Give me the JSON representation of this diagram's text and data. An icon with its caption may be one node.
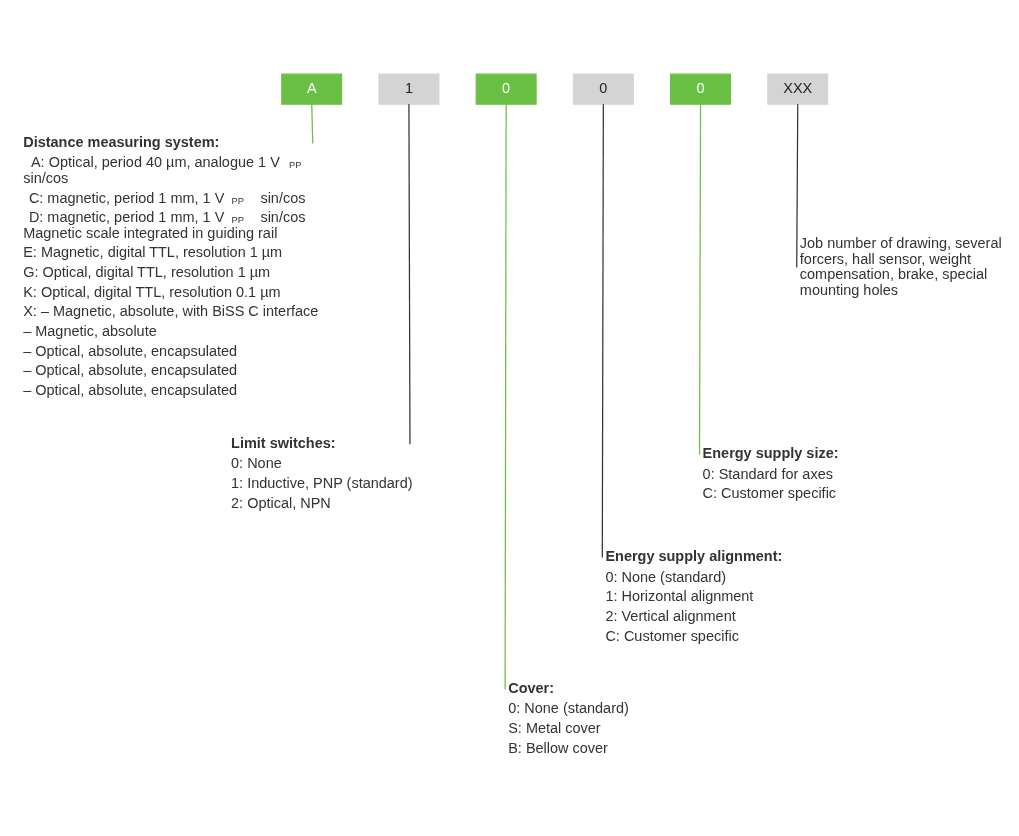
{
  "diagram": {
    "nodes": [
      {
        "text": [
          "A"
        ]
      },
      {
        "text": [
          "1"
        ]
      },
      {
        "text": [
          "0"
        ]
      },
      {
        "text": [
          "0"
        ]
      },
      {
        "text": [
          "0"
        ]
      },
      {
        "text": [
          "XXX"
        ]
      },
      {
        "text": [
          "Distance measuring system:",
          "A: Optical, period 40 µm, analogue 1 V$_{PP}$ sin/cos",
          "C: magnetic, period 1 mm, 1 V$_{PP}$ sin/cos",
          "D: magnetic, period 1 mm, 1 V$_{PP}$ sin/cos Magnetic scale integrated in guiding rail",
          "E: Magnetic, digital TTL, resolution 1 µm",
          "G: Optical, digital TTL, resolution 1 µm",
          "K: Optical, digital TTL, resolution 0.1 µm",
          "X: – Magnetic, absolute, with BiSS C interface",
          "– Magnetic, absolute",
          "– Optical, absolute, encapsulated",
          "– Optical, absolute, encapsulated",
          "– Optical, absolute, encapsulated"
        ]
      },
      {
        "text": [
          "Job number of drawing, several forcers, hall sensor, weight compensation, brake, special mounting holes"
        ]
      },
      {
        "text": [
          "Energy supply size:",
          "0: Standard for axes",
          "C: Customer specific"
        ]
      },
      {
        "text": [
          "Energy supply alignment:",
          "0: None (standard)",
          "1: Horizontal alignment",
          "2: Vertical alignment",
          "C: Customer specific"
        ]
      },
      {
        "text": [
          "Cover:",
          "0: None (standard)",
          "S: Metal cover",
          "B: Bellow cover"
        ]
      },
      {
        "text": [
          "Limit switches:",
          "0: None",
          "1: Inductive, PNP (standard)",
          "2: Optical, NPN"
        ]
      }
    ],
    "edges": [
      {
        "from": 0,
        "to": 6,
        "arrow": "none",
        "color": "#6abf45"
      },
      {
        "from": 1,
        "to": 11,
        "arrow": "none",
        "color": "#333333"
      },
      {
        "from": 2,
        "to": 10,
        "arrow": "none",
        "color": "#6abf45"
      },
      {
        "from": 3,
        "to": 9,
        "arrow": "none",
        "color": "#333333"
      },
      {
        "from": 4,
        "to": 8,
        "arrow": "none",
        "color": "#6abf45"
      },
      {
        "from": 5,
        "to": 7,
        "arrow": "none",
        "color": "#333333"
      }
    ]
  }
}
